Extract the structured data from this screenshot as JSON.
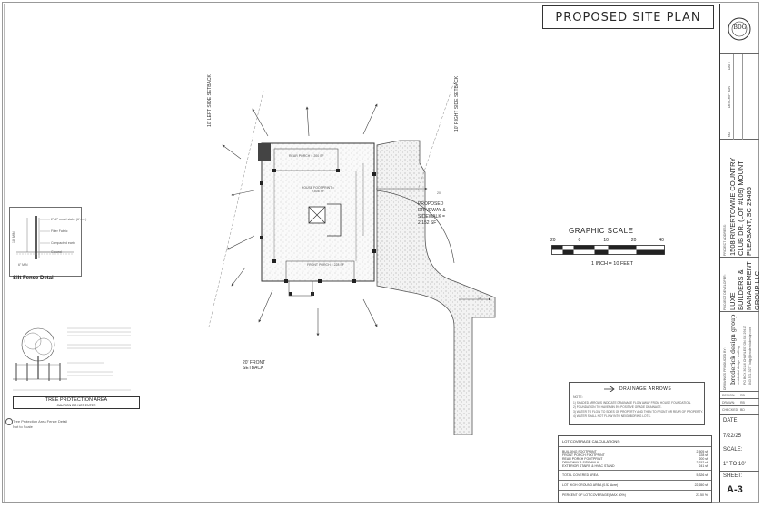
{
  "sheet_title": "PROPOSED SITE PLAN",
  "setback_labels": {
    "left_side": "10' LEFT SIDE SETBACK",
    "right_side": "10' RIGHT SIDE SETBACK",
    "front": "20' FRONT SETBACK"
  },
  "plan_labels": {
    "rear_porch": "REAR PORCH = 200 SF",
    "house_footprint": "HOUSE FOOTPRINT = 2,505 SF",
    "front_porch": "FRONT PORCH = 228 SF",
    "driveway": "PROPOSED DRIVEWAY & SIDEWALK = 2,152 SF",
    "dim_20": "20'",
    "dim_10": "10'"
  },
  "graphic_scale": {
    "title": "GRAPHIC SCALE",
    "ticks": [
      "20",
      "0",
      "10",
      "20",
      "40"
    ],
    "caption": "1 INCH = 10 FEET"
  },
  "silt_fence": {
    "title": "Silt Fence Detail",
    "labels": [
      "2\"x2\" wood stake (6' o.c.)",
      "Filter Fabric",
      "Compacted earth",
      "Ground"
    ],
    "dims": [
      "18\" MIN",
      "6\" MIN"
    ]
  },
  "tree_protection": {
    "title": "TREE PROTECTION AREA",
    "subtitle": "CAUTION DO NOT ENTER",
    "caption": "Tree Protection Area Fence Detail",
    "scale": "Not to Scale"
  },
  "drainage": {
    "title": "DRAINAGE ARROWS",
    "note": "NOTE:",
    "lines": [
      "1) SHADED ARROWS INDICATE DRAINAGE FLOW AWAY FROM HOUSE FOUNDATION.",
      "2) FOUNDATION TO HAVE MIN 5% POSITIVE GRADE DRAINAGE.",
      "3) WATER TO FLOW TO SIDES OF PROPERTY AND THEN TO FRONT OR REAR OF PROPERTY.",
      "4) WATER SHALL NOT FLOW INTO NEIGHBORING LOTS."
    ]
  },
  "lot_coverage": {
    "title": "LOT COVERAGE CALCULATIONS:",
    "rows": [
      {
        "label": "BUILDING FOOTPRINT",
        "value": "2,505 sf"
      },
      {
        "label": "FRONT PORCH FOOTPRINT",
        "value": "228 sf"
      },
      {
        "label": "REAR PORCH FOOTPRINT",
        "value": "200 sf"
      },
      {
        "label": "DRIVEWAY & SIDEWALK",
        "value": "2,152 sf"
      },
      {
        "label": "EXTERIOR STAIRS & HVAC STAND",
        "value": "241 sf"
      }
    ],
    "total_covered": {
      "label": "TOTAL COVERED AREA",
      "value": "5,326 sf"
    },
    "lot_area": {
      "label": "LOT HIGH GROUND AREA (0.52 Acre)",
      "value": "22,650 sf"
    },
    "percent": {
      "label": "PERCENT OF LOT COVERAGE (MAX 40%)",
      "value": "23.50 %"
    }
  },
  "title_block": {
    "project_caption": "PROJECT ADDRESS:",
    "project_address": "1508 RIVERTOWNE COUNTRY CLUB DR. (LOT #109) MOUNT PLEASANT, SC 29466",
    "client_caption": "PROJECT DEVELOPER:",
    "client_name": "LUXE BUILDERS & MANAGEMENT GROUP LLC",
    "designer_caption": "DRAWINGS PRODUCED BY:",
    "designer_name": "broderick design group",
    "designer_tag": "residential design . drafting",
    "designer_address": "PO BOX 30116  CHARLESTON SC 29417",
    "designer_contact": "843.571.3277   bdg@broderickdesign.com",
    "revision_header": [
      "NO.",
      "DESCRIPTION",
      "DATE"
    ],
    "design_label": "DESIGN:",
    "design_value": "RB",
    "drawn_label": "DRAWN:",
    "drawn_value": "RB",
    "checked_label": "CHECKED:",
    "checked_value": "BD",
    "date_label": "DATE:",
    "date_value": "7/22/25",
    "scale_label": "SCALE:",
    "scale_value": "1\" TO 10'",
    "sheet_label": "SHEET:",
    "sheet_value": "A-3",
    "logo_letters": "BDG"
  }
}
